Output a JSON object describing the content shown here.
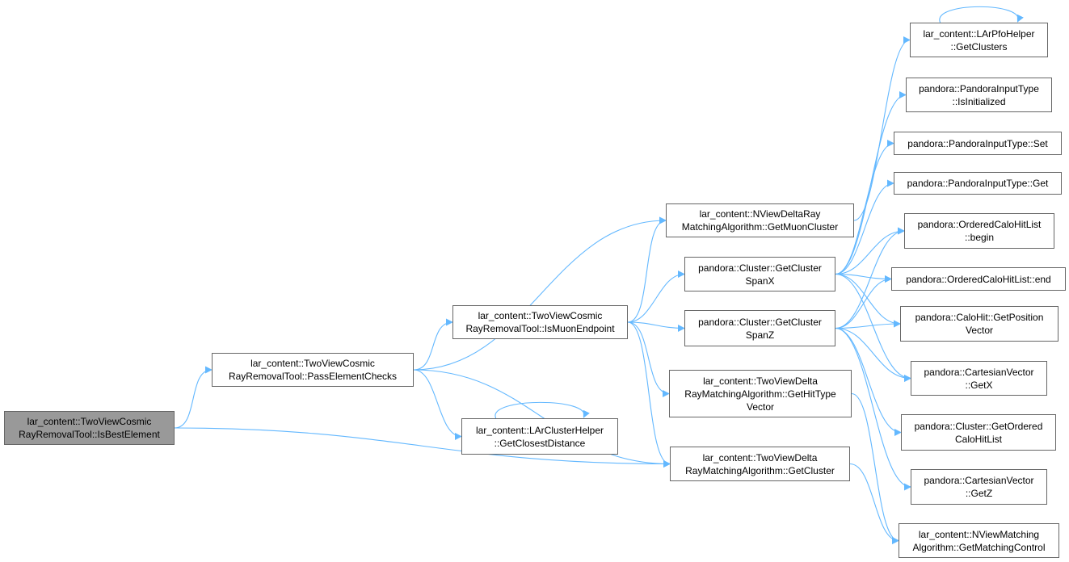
{
  "colors": {
    "edge": "#63b8ff",
    "node_border": "#666666",
    "root_fill": "#999999",
    "node_fill": "#ffffff"
  },
  "nodes": {
    "is_best_element": {
      "lines": [
        "lar_content::TwoViewCosmic",
        "RayRemovalTool::IsBestElement"
      ],
      "root": true
    },
    "pass_element_checks": {
      "lines": [
        "lar_content::TwoViewCosmic",
        "RayRemovalTool::PassElementChecks"
      ]
    },
    "is_muon_endpoint": {
      "lines": [
        "lar_content::TwoViewCosmic",
        "RayRemovalTool::IsMuonEndpoint"
      ]
    },
    "get_closest_distance": {
      "lines": [
        "lar_content::LArClusterHelper",
        "::GetClosestDistance"
      ]
    },
    "get_muon_cluster": {
      "lines": [
        "lar_content::NViewDeltaRay",
        "MatchingAlgorithm::GetMuonCluster"
      ]
    },
    "get_cluster_span_x": {
      "lines": [
        "pandora::Cluster::GetCluster",
        "SpanX"
      ]
    },
    "get_cluster_span_z": {
      "lines": [
        "pandora::Cluster::GetCluster",
        "SpanZ"
      ]
    },
    "get_hit_type_vector": {
      "lines": [
        "lar_content::TwoViewDelta",
        "RayMatchingAlgorithm::GetHitType",
        "Vector"
      ]
    },
    "get_cluster": {
      "lines": [
        "lar_content::TwoViewDelta",
        "RayMatchingAlgorithm::GetCluster"
      ]
    },
    "get_clusters": {
      "lines": [
        "lar_content::LArPfoHelper",
        "::GetClusters"
      ]
    },
    "is_initialized": {
      "lines": [
        "pandora::PandoraInputType",
        "::IsInitialized"
      ]
    },
    "input_type_set": {
      "lines": [
        "pandora::PandoraInputType::Set"
      ]
    },
    "input_type_get": {
      "lines": [
        "pandora::PandoraInputType::Get"
      ]
    },
    "calo_hit_list_begin": {
      "lines": [
        "pandora::OrderedCaloHitList",
        "::begin"
      ]
    },
    "calo_hit_list_end": {
      "lines": [
        "pandora::OrderedCaloHitList::end"
      ]
    },
    "get_position_vector": {
      "lines": [
        "pandora::CaloHit::GetPosition",
        "Vector"
      ]
    },
    "cartesian_get_x": {
      "lines": [
        "pandora::CartesianVector",
        "::GetX"
      ]
    },
    "get_ordered_calo_hit_list": {
      "lines": [
        "pandora::Cluster::GetOrdered",
        "CaloHitList"
      ]
    },
    "cartesian_get_z": {
      "lines": [
        "pandora::CartesianVector",
        "::GetZ"
      ]
    },
    "get_matching_control": {
      "lines": [
        "lar_content::NViewMatching",
        "Algorithm::GetMatchingControl"
      ]
    }
  },
  "edges": [
    [
      "is_best_element",
      "pass_element_checks"
    ],
    [
      "is_best_element",
      "get_cluster"
    ],
    [
      "pass_element_checks",
      "is_muon_endpoint"
    ],
    [
      "pass_element_checks",
      "get_closest_distance"
    ],
    [
      "pass_element_checks",
      "get_muon_cluster"
    ],
    [
      "pass_element_checks",
      "get_cluster"
    ],
    [
      "is_muon_endpoint",
      "get_muon_cluster"
    ],
    [
      "is_muon_endpoint",
      "get_cluster_span_x"
    ],
    [
      "is_muon_endpoint",
      "get_cluster_span_z"
    ],
    [
      "is_muon_endpoint",
      "get_hit_type_vector"
    ],
    [
      "is_muon_endpoint",
      "get_cluster"
    ],
    [
      "get_closest_distance",
      "get_closest_distance"
    ],
    [
      "get_muon_cluster",
      "get_clusters"
    ],
    [
      "get_clusters",
      "get_clusters"
    ],
    [
      "get_cluster_span_x",
      "is_initialized"
    ],
    [
      "get_cluster_span_x",
      "input_type_set"
    ],
    [
      "get_cluster_span_x",
      "input_type_get"
    ],
    [
      "get_cluster_span_x",
      "calo_hit_list_begin"
    ],
    [
      "get_cluster_span_x",
      "calo_hit_list_end"
    ],
    [
      "get_cluster_span_x",
      "get_position_vector"
    ],
    [
      "get_cluster_span_x",
      "cartesian_get_x"
    ],
    [
      "get_cluster_span_z",
      "calo_hit_list_begin"
    ],
    [
      "get_cluster_span_z",
      "calo_hit_list_end"
    ],
    [
      "get_cluster_span_z",
      "get_position_vector"
    ],
    [
      "get_cluster_span_z",
      "cartesian_get_x"
    ],
    [
      "get_cluster_span_z",
      "get_ordered_calo_hit_list"
    ],
    [
      "get_cluster_span_z",
      "cartesian_get_z"
    ],
    [
      "get_hit_type_vector",
      "get_matching_control"
    ],
    [
      "get_cluster",
      "get_matching_control"
    ]
  ]
}
